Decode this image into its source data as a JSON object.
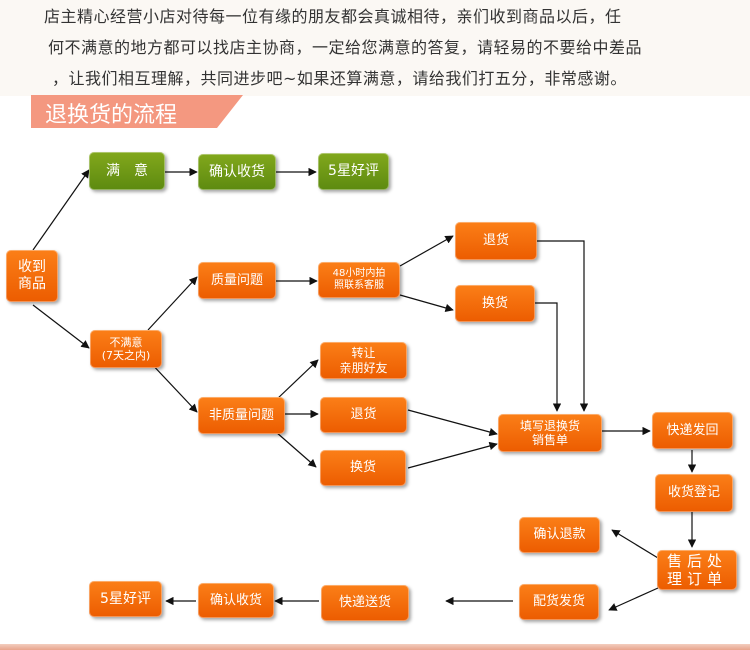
{
  "intro": {
    "lines": [
      "店主精心经营小店对待每一位有缘的朋友都会真诚相待，亲们收到商品以后，任",
      "何不满意的地方都可以找店主协商，一定给您满意的答复，请轻易的不要给中差品",
      "，让我们相互理解，共同进步吧~如果还算满意，请给我们打五分，非常感谢。"
    ]
  },
  "banner": {
    "title": "退换货的流程"
  },
  "colors": {
    "orange": "#f26a08",
    "green": "#6e9a16",
    "banner": "#f49880",
    "arrow": "#111111"
  },
  "nodes": {
    "received": [
      "收到",
      "商品"
    ],
    "satisfied": "满　意",
    "confirm_receipt_top": "确认收货",
    "five_star_top": "5星好评",
    "quality_issue": "质量问题",
    "contact_48h": [
      "48小时内拍",
      "照联系客服"
    ],
    "return_top": "退货",
    "exchange_top": "换货",
    "unsatisfied": [
      "不满意",
      "(7天之内)"
    ],
    "non_quality_issue": "非质量问题",
    "transfer": [
      "转让",
      "亲朋好友"
    ],
    "return_mid": "退货",
    "exchange_mid": "换货",
    "fill_form": [
      "填写退换货",
      "销售单"
    ],
    "express_return": "快递发回",
    "receipt_register": "收货登记",
    "after_sales": [
      "售后处",
      "理订单"
    ],
    "confirm_refund": "确认退款",
    "allocate_ship": "配货发货",
    "express_deliver": "快递送货",
    "confirm_receipt_bottom": "确认收货",
    "five_star_bottom": "5星好评"
  }
}
